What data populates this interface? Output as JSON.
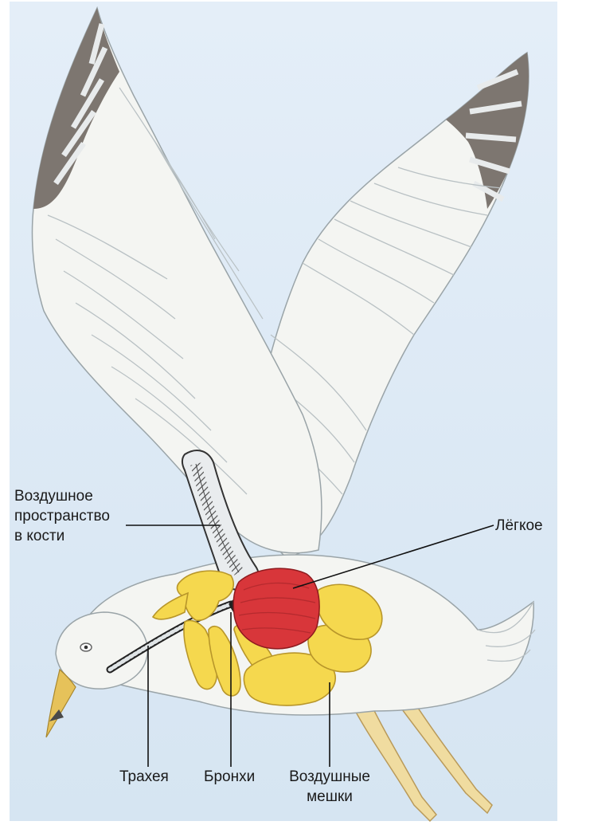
{
  "labels": {
    "bone_air_space": [
      "Воздушное",
      "пространство",
      "в кости"
    ],
    "lung": "Лёгкое",
    "trachea": "Трахея",
    "bronchi": "Бронхи",
    "air_sacs": [
      "Воздушные",
      "мешки"
    ]
  },
  "colors": {
    "background": "#dde9f4",
    "feather": "#f4f5f2",
    "feather_outline": "#9aa4a8",
    "wingtip": "#7d7670",
    "lung": "#d8363a",
    "air_sacs": "#f5d84e",
    "beak": "#e6c25a",
    "legs": "#f0dca0",
    "bone": "#e9ecee",
    "leader_lines": "#111111"
  }
}
